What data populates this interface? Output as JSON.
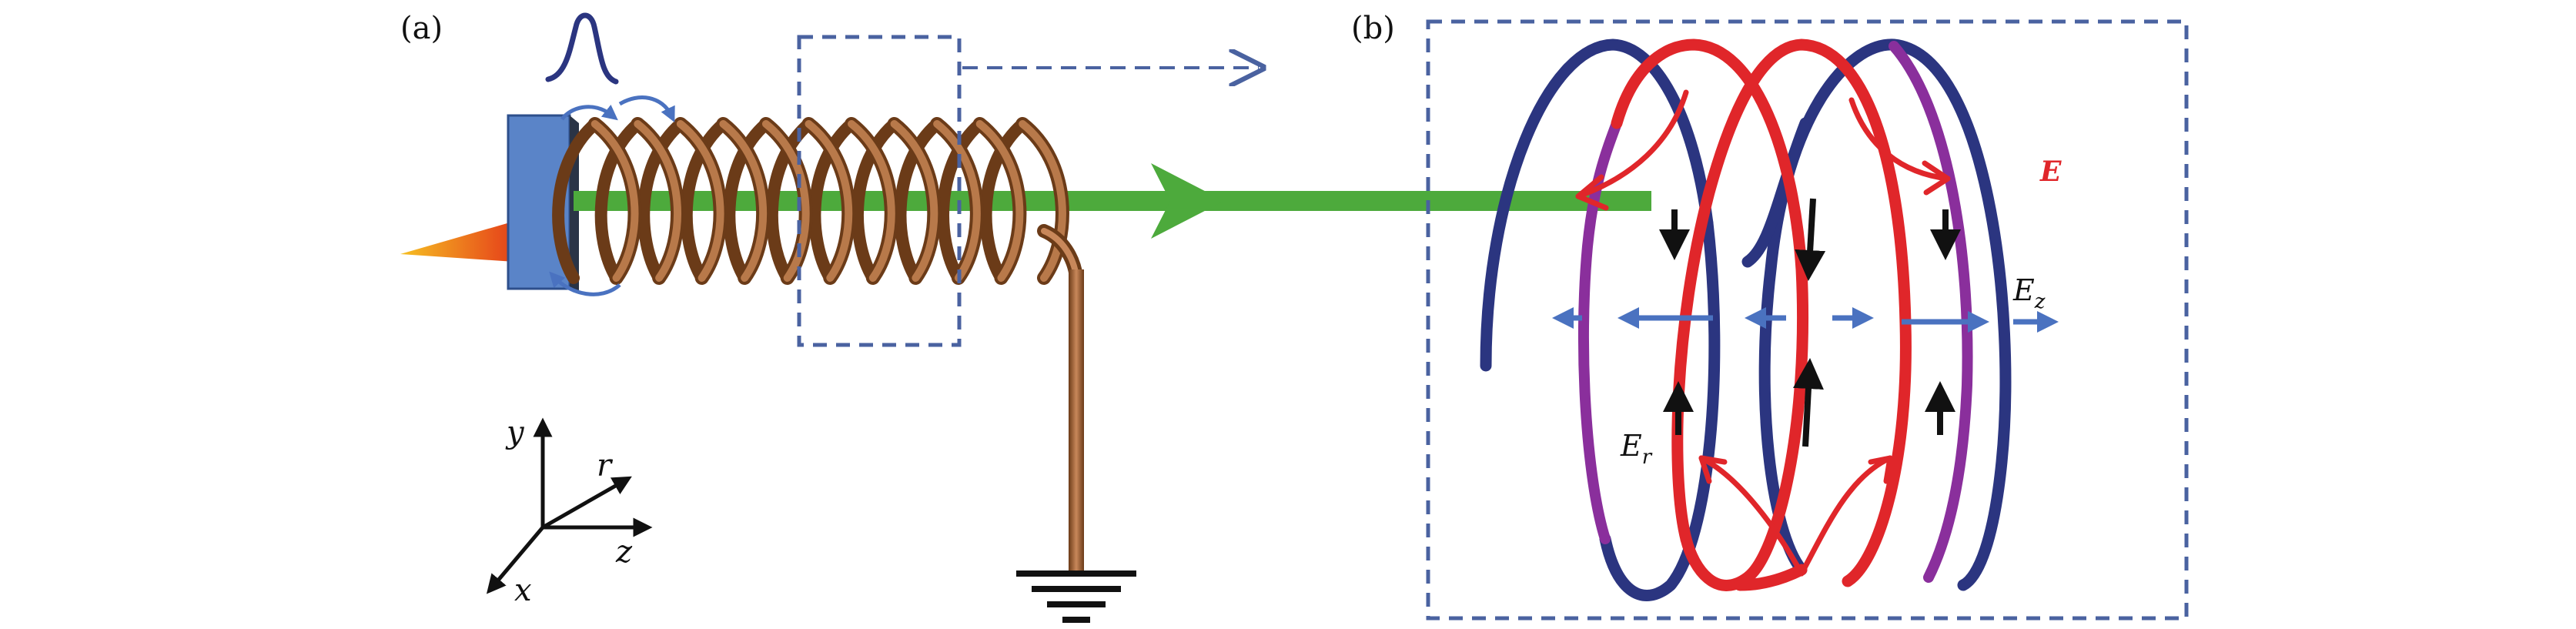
{
  "panels": {
    "a": {
      "label": "(a)"
    },
    "b": {
      "label": "(b)"
    }
  },
  "axes": {
    "y": "y",
    "r": "r",
    "z": "z",
    "x": "x"
  },
  "fields": {
    "E": "E",
    "Ez_main": "E",
    "Ez_sub": "z",
    "Er_main": "E",
    "Er_sub": "r"
  },
  "colors": {
    "coil": "#b8794a",
    "coil_dark": "#6b3b18",
    "green_arrow": "#4daa3c",
    "blue_accent": "#4a72c0",
    "dashed_box": "#4a62a0",
    "plate": "#5a84c8",
    "helix_blue": "#2b3580",
    "helix_red": "#e0262a",
    "helix_purple": "#8a2f9c",
    "black": "#111111"
  }
}
